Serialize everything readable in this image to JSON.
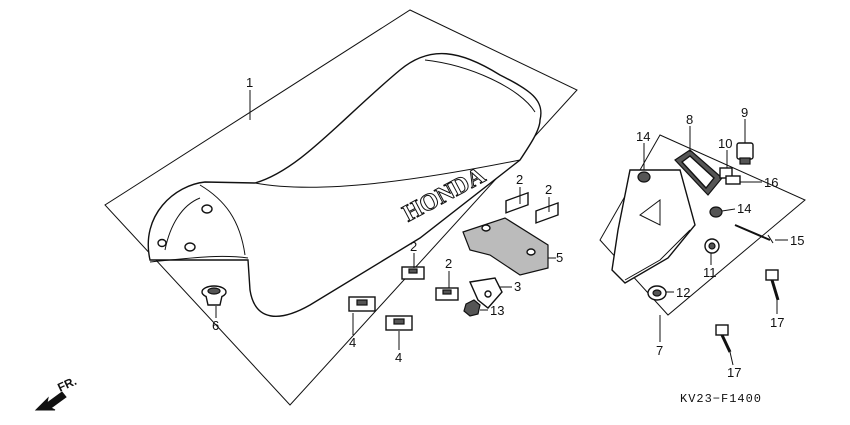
{
  "diagram": {
    "brand_text": "HONDA",
    "figure_code": "KV23−F1400",
    "direction_label": "FR."
  },
  "callouts": [
    {
      "id": "c1",
      "text": "1"
    },
    {
      "id": "c2a",
      "text": "2"
    },
    {
      "id": "c2b",
      "text": "2"
    },
    {
      "id": "c2c",
      "text": "2"
    },
    {
      "id": "c2d",
      "text": "2"
    },
    {
      "id": "c3",
      "text": "3"
    },
    {
      "id": "c4a",
      "text": "4"
    },
    {
      "id": "c4b",
      "text": "4"
    },
    {
      "id": "c5",
      "text": "5"
    },
    {
      "id": "c6",
      "text": "6"
    },
    {
      "id": "c7",
      "text": "7"
    },
    {
      "id": "c8",
      "text": "8"
    },
    {
      "id": "c9",
      "text": "9"
    },
    {
      "id": "c10",
      "text": "10"
    },
    {
      "id": "c11",
      "text": "11"
    },
    {
      "id": "c12",
      "text": "12"
    },
    {
      "id": "c13",
      "text": "13"
    },
    {
      "id": "c14a",
      "text": "14"
    },
    {
      "id": "c14b",
      "text": "14"
    },
    {
      "id": "c15",
      "text": "15"
    },
    {
      "id": "c16",
      "text": "16"
    },
    {
      "id": "c17a",
      "text": "17"
    },
    {
      "id": "c17b",
      "text": "17"
    }
  ]
}
